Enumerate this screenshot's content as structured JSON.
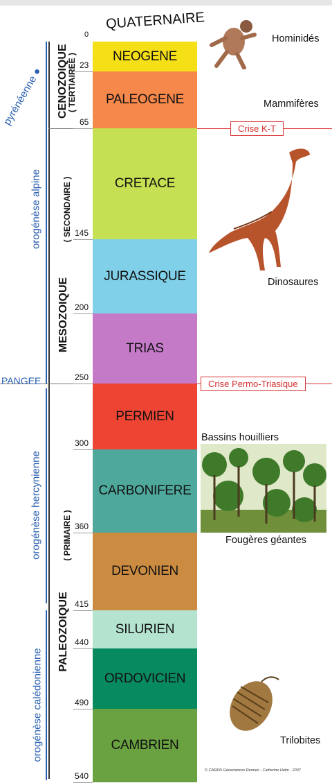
{
  "header_label": "QUATERNAIRE",
  "periods": [
    {
      "name": "NEOGENE",
      "color": "#f5df16",
      "start": 0,
      "end": 23
    },
    {
      "name": "PALEOGENE",
      "color": "#f5884a",
      "start": 23,
      "end": 65
    },
    {
      "name": "CRETACE",
      "color": "#c5e052",
      "start": 65,
      "end": 145
    },
    {
      "name": "JURASSIQUE",
      "color": "#7fd0e8",
      "start": 145,
      "end": 200
    },
    {
      "name": "TRIAS",
      "color": "#c57ac8",
      "start": 200,
      "end": 250
    },
    {
      "name": "PERMIEN",
      "color": "#ee4434",
      "start": 250,
      "end": 300
    },
    {
      "name": "CARBONIFERE",
      "color": "#4fa89c",
      "start": 300,
      "end": 360
    },
    {
      "name": "DEVONIEN",
      "color": "#cb8c42",
      "start": 360,
      "end": 415
    },
    {
      "name": "SILURIEN",
      "color": "#b4e3cf",
      "start": 415,
      "end": 440
    },
    {
      "name": "ORDOVICIEN",
      "color": "#078a60",
      "start": 440,
      "end": 490
    },
    {
      "name": "CAMBRIEN",
      "color": "#6aa241",
      "start": 490,
      "end": 540
    }
  ],
  "ticks": [
    "0",
    "23",
    "65",
    "145",
    "200",
    "250",
    "300",
    "360",
    "415",
    "440",
    "490",
    "540"
  ],
  "eras": {
    "cenozoique": {
      "name": "CENOZOIQUE",
      "sub": "( TERTIAIREE )"
    },
    "mesozoique": {
      "name": "MESOZOIQUE",
      "sub": "( SECONDAIRE )"
    },
    "paleozoique": {
      "name": "PALEOZOIQUE",
      "sub": "( PRIMAIRE )"
    }
  },
  "orogenies": {
    "pyreneenne": "pyrénéenne",
    "alpine": "orogénèse alpine",
    "hercynienne": "orogénèse hercynienne",
    "caledonienne": "orogénèse calédonienne",
    "pangee": "PANGEE"
  },
  "crises": {
    "kt": "Crise  K-T",
    "permo": "Crise  Permo-Triasique"
  },
  "fauna_labels": {
    "hominides": "Hominidés",
    "mammiferes": "Mammifères",
    "dinosaures": "Dinosaures",
    "bassins": "Bassins  houilliers",
    "fougeres": "Fougères  géantes",
    "trilobites": "Trilobites"
  },
  "copyright": "© CAREN Géosciences Rennes - Catherine Helm - 2007",
  "colors": {
    "orogeny_blue": "#2a5fb0",
    "crisis_red": "#d93030"
  }
}
